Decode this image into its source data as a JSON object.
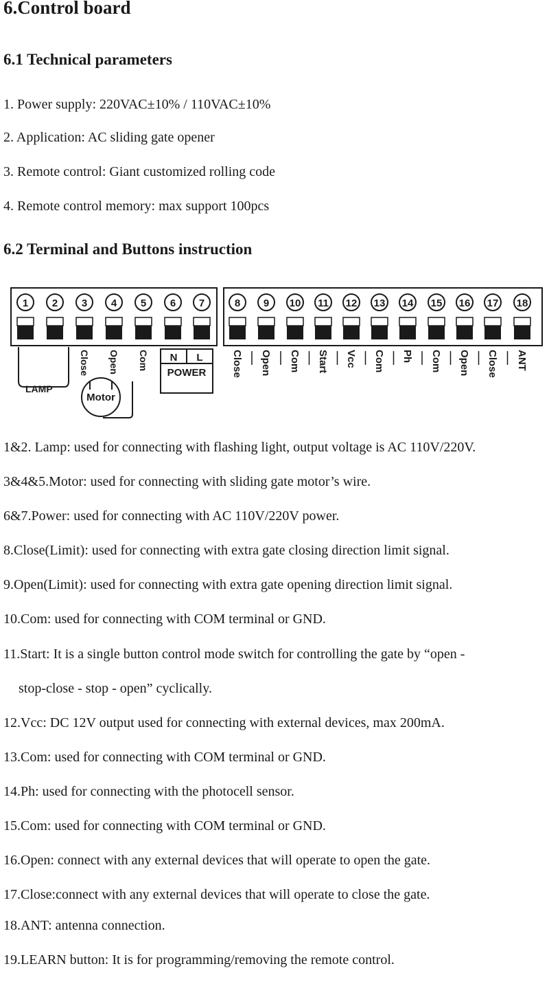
{
  "document": {
    "title": "6.Control board",
    "sections": [
      {
        "heading": "6.1 Technical parameters"
      },
      {
        "heading": "6.2 Terminal and Buttons instruction"
      }
    ],
    "parameters": [
      "1. Power supply: 220VAC±10% / 110VAC±10%",
      "2. Application: AC sliding gate opener",
      "3. Remote control: Giant customized rolling code",
      "4. Remote control memory: max support 100pcs"
    ],
    "descriptions": [
      "1&2. Lamp: used for connecting with flashing light, output voltage is AC 110V/220V.",
      "3&4&5.Motor: used for connecting with sliding gate motor’s wire.",
      "6&7.Power: used for connecting with AC 110V/220V power.",
      "8.Close(Limit): used for connecting with extra gate closing direction limit signal.",
      "9.Open(Limit): used for connecting with extra gate opening direction limit signal.",
      "10.Com: used for connecting with COM terminal or GND.",
      "11.Start: It is a single button control mode switch for controlling the gate by “open -",
      "stop-close - stop - open” cyclically.",
      "12.Vcc: DC 12V output used for connecting with external devices, max 200mA.",
      "13.Com: used for connecting with COM terminal or GND.",
      "14.Ph: used for connecting with the photocell sensor.",
      "15.Com: used for connecting with COM terminal or GND.",
      "16.Open: connect with any external devices that will operate to open the gate.",
      "17.Close:connect with any external devices that will operate to close the gate.",
      "18.ANT: antenna connection.",
      "19.LEARN button: It is for programming/removing the remote control."
    ]
  },
  "diagram": {
    "left_numbers": [
      "1",
      "2",
      "3",
      "4",
      "5",
      "6",
      "7"
    ],
    "right_numbers": [
      "8",
      "9",
      "10",
      "11",
      "12",
      "13",
      "14",
      "15",
      "16",
      "17",
      "18"
    ],
    "left_labels": [
      "Close",
      "Open",
      "Com"
    ],
    "power_labels": [
      "N",
      "L",
      "POWER"
    ],
    "right_labels": [
      "Close",
      "Open",
      "Com",
      "Start",
      "Vcc",
      "Com",
      "Ph",
      "Com",
      "Open",
      "Close",
      "ANT"
    ],
    "lamp_label": "LAMP",
    "motor_label": "Motor"
  }
}
